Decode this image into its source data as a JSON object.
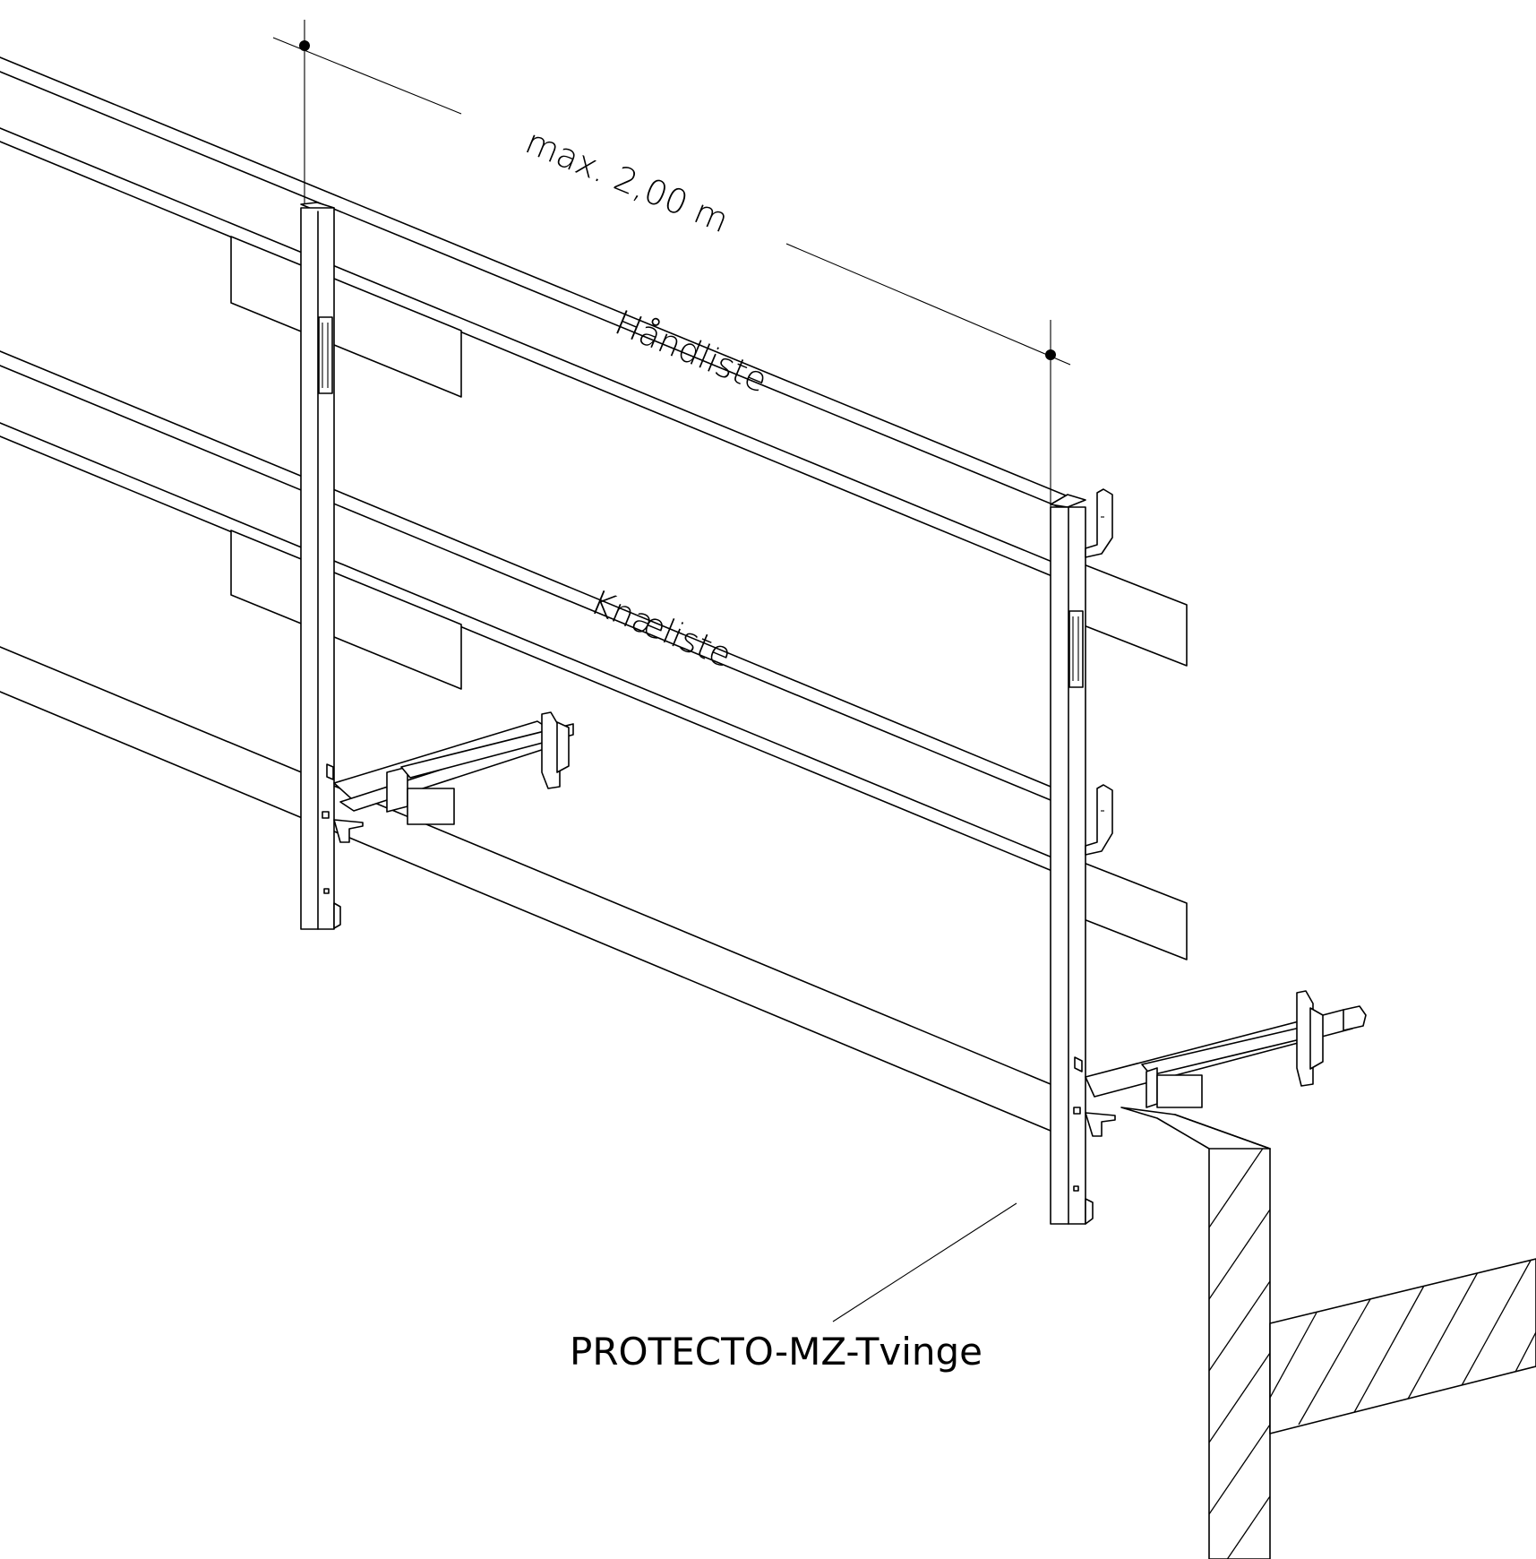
{
  "diagram": {
    "dimension_label": "max. 2,00 m",
    "handrail_label": "Håndliste",
    "kneerail_label": "Knæliste",
    "clamp_label": "PROTECTO-MZ-Tvinge"
  },
  "colors": {
    "line": "#000000",
    "background": "#ffffff"
  }
}
